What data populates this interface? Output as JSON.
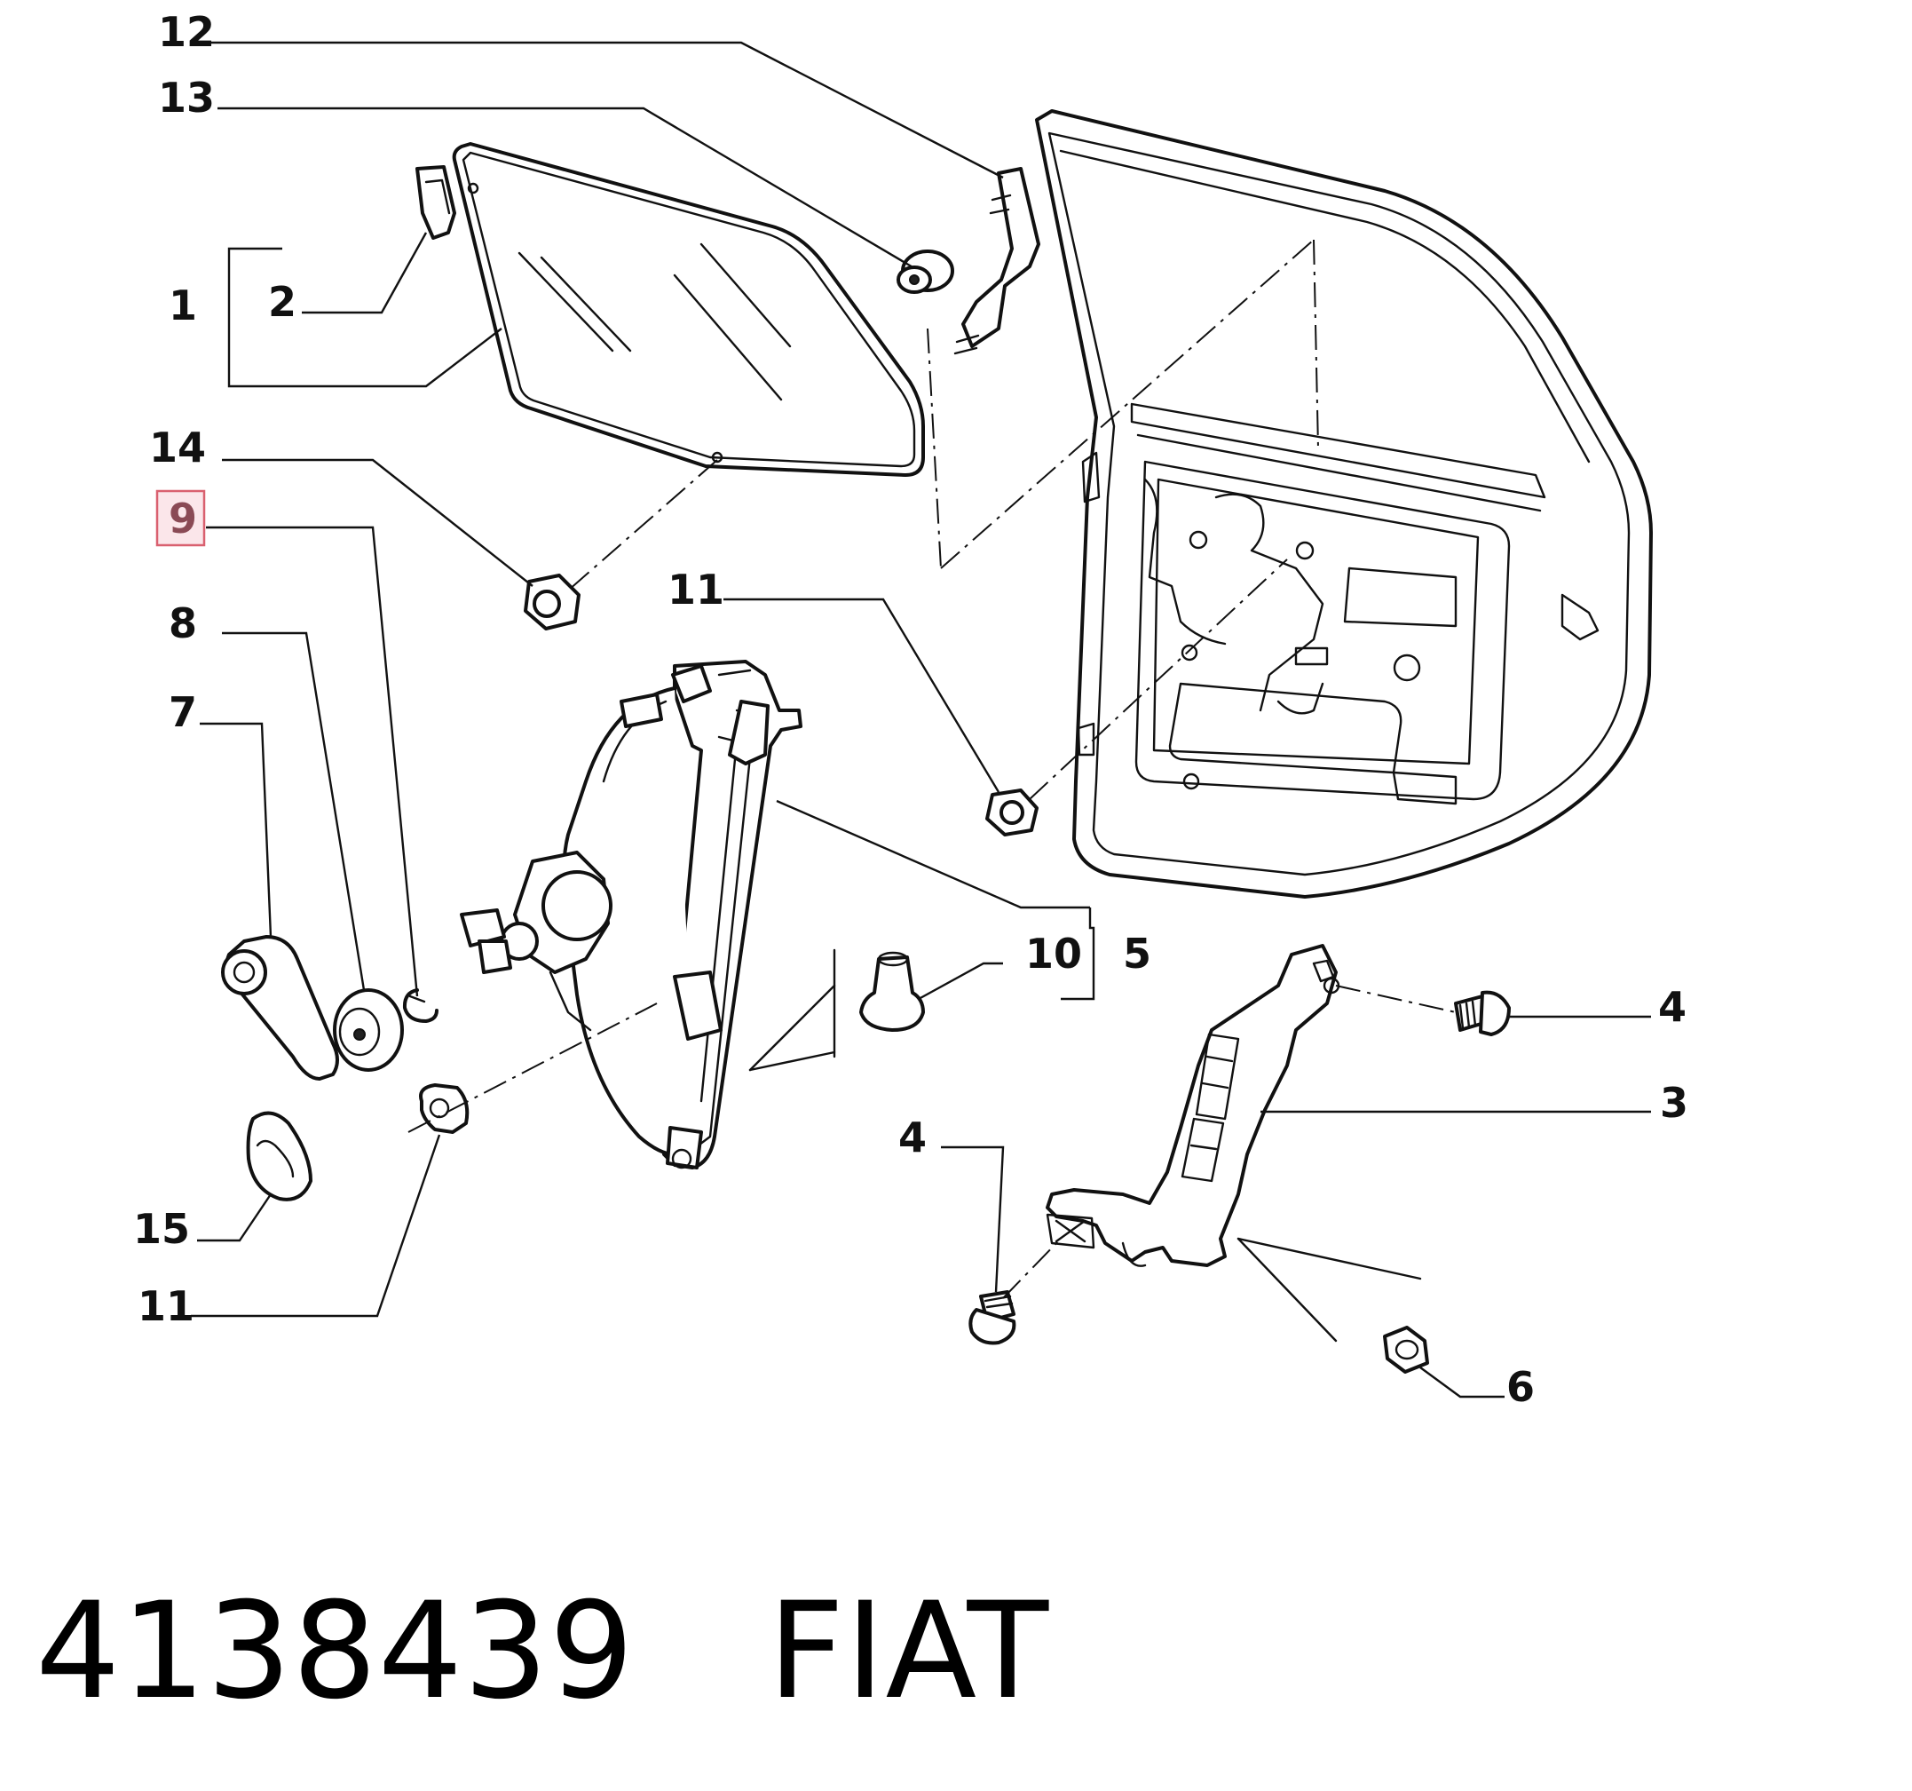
{
  "callouts": {
    "c12": "12",
    "c13": "13",
    "c1": "1",
    "c2": "2",
    "c14": "14",
    "c9": "9",
    "c11_top": "11",
    "c8": "8",
    "c7": "7",
    "c10": "10",
    "c5": "5",
    "c4_right": "4",
    "c3": "3",
    "c4_left": "4",
    "c15": "15",
    "c11_bottom": "11",
    "c6": "6"
  },
  "highlighted_callout": "9",
  "caption": {
    "part_number": "4138439",
    "brand": "FIAT"
  }
}
